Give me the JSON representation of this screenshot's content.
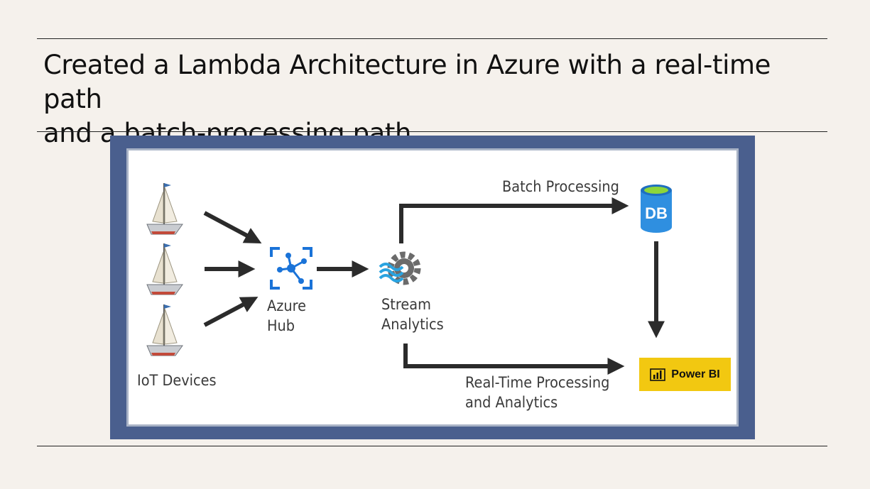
{
  "slide": {
    "title_line1": "Created a Lambda Architecture in Azure with a real-time path",
    "title_line2": "and a batch-processing path"
  },
  "diagram": {
    "devices_label": "IoT Devices",
    "hub_label_line1": "Azure",
    "hub_label_line2": "Hub",
    "stream_label_line1": "Stream",
    "stream_label_line2": "Analytics",
    "batch_label": "Batch Processing",
    "db_text": "DB",
    "realtime_label_line1": "Real-Time Processing",
    "realtime_label_line2": "and Analytics",
    "powerbi_text": "Power BI"
  },
  "colors": {
    "frame": "#4a5f8e",
    "azure_blue": "#1a73d8",
    "db_blue": "#2f8fe0",
    "powerbi_yellow": "#f2c811",
    "arrow": "#2b2b2b"
  }
}
